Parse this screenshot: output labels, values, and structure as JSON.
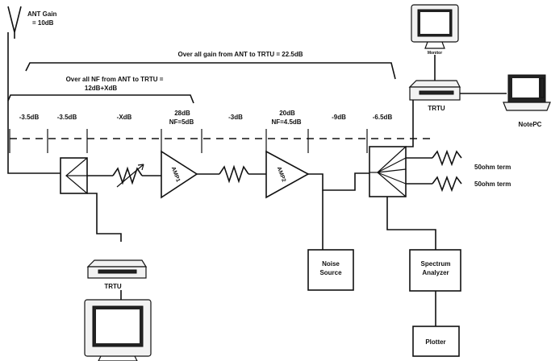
{
  "antenna": {
    "label_line1": "ANT Gain",
    "label_line2": "= 10dB"
  },
  "overall_gain": {
    "text": "Over all gain from ANT to TRTU = 22.5dB"
  },
  "overall_nf": {
    "line1": "Over all NF from ANT to TRTU =",
    "line2": "12dB+XdB"
  },
  "stages": [
    {
      "gain": "-3.5dB",
      "nf": ""
    },
    {
      "gain": "-3.5dB",
      "nf": ""
    },
    {
      "gain": "-XdB",
      "nf": ""
    },
    {
      "gain": "28dB",
      "nf": "NF=5dB"
    },
    {
      "gain": "-3dB",
      "nf": ""
    },
    {
      "gain": "20dB",
      "nf": "NF=4.5dB"
    },
    {
      "gain": "-9dB",
      "nf": ""
    },
    {
      "gain": "-6.5dB",
      "nf": ""
    }
  ],
  "amplifiers": {
    "amp1": "AMP1",
    "amp2": "AMP2"
  },
  "equipment": {
    "monitor_top": "Monitor",
    "trtu_top": "TRTU",
    "notepc": "NotePC",
    "trtu_bottom": "TRTU",
    "noise_source_line1": "Noise",
    "noise_source_line2": "Source",
    "spectrum_line1": "Spectrum",
    "spectrum_line2": "Analyzer",
    "plotter": "Plotter"
  },
  "terminations": {
    "term1": "50ohm term",
    "term2": "50ohm term"
  }
}
